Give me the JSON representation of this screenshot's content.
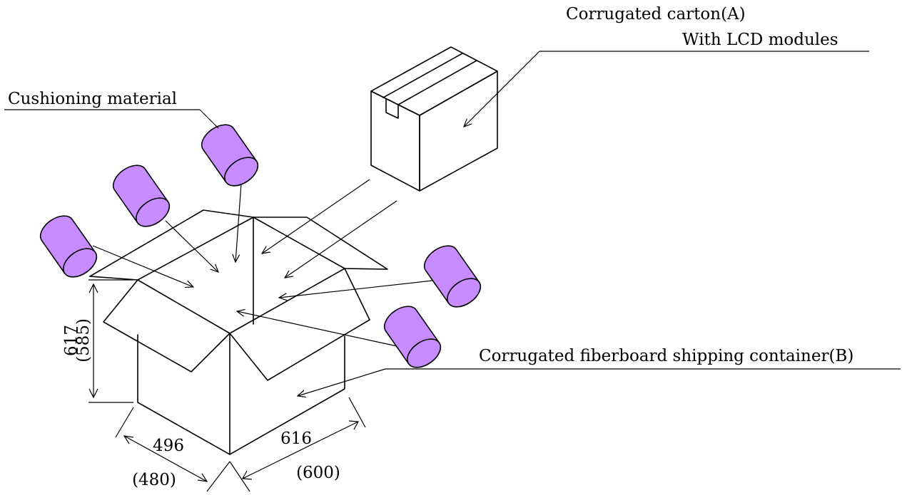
{
  "labels": {
    "carton_a_line1": "Corrugated carton(A)",
    "carton_a_line2": "With LCD modules",
    "cushioning": "Cushioning material",
    "container_b": "Corrugated fiberboard shipping container(B)"
  },
  "dimensions": {
    "height_outer": "617",
    "height_inner": "(585)",
    "depth_outer": "496",
    "depth_inner": "(480)",
    "width_outer": "616",
    "width_inner": "(600)"
  },
  "colors": {
    "cushion_fill": "#c78cff",
    "line": "#000000",
    "background": "#ffffff"
  }
}
